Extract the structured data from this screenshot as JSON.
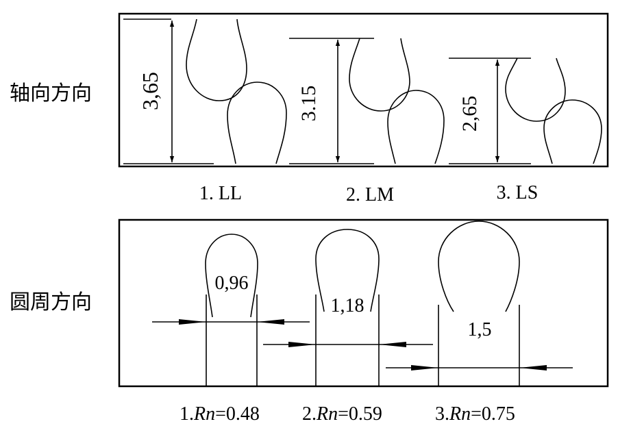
{
  "row_labels": {
    "axial": "轴向方向",
    "circumferential": "圆周方向"
  },
  "axial": {
    "items": [
      {
        "dimension": "3,65",
        "caption": "1. LL"
      },
      {
        "dimension": "3.15",
        "caption": "2. LM"
      },
      {
        "dimension": "2,65",
        "caption": "3. LS"
      }
    ]
  },
  "circumferential": {
    "items": [
      {
        "dimension": "0,96",
        "caption_num": "1.",
        "caption_var": "Rn",
        "caption_val": "=0.48"
      },
      {
        "dimension": "1,18",
        "caption_num": "2.",
        "caption_var": "Rn",
        "caption_val": "=0.59"
      },
      {
        "dimension": "1,5",
        "caption_num": "3.",
        "caption_var": "Rn",
        "caption_val": "=0.75"
      }
    ]
  }
}
